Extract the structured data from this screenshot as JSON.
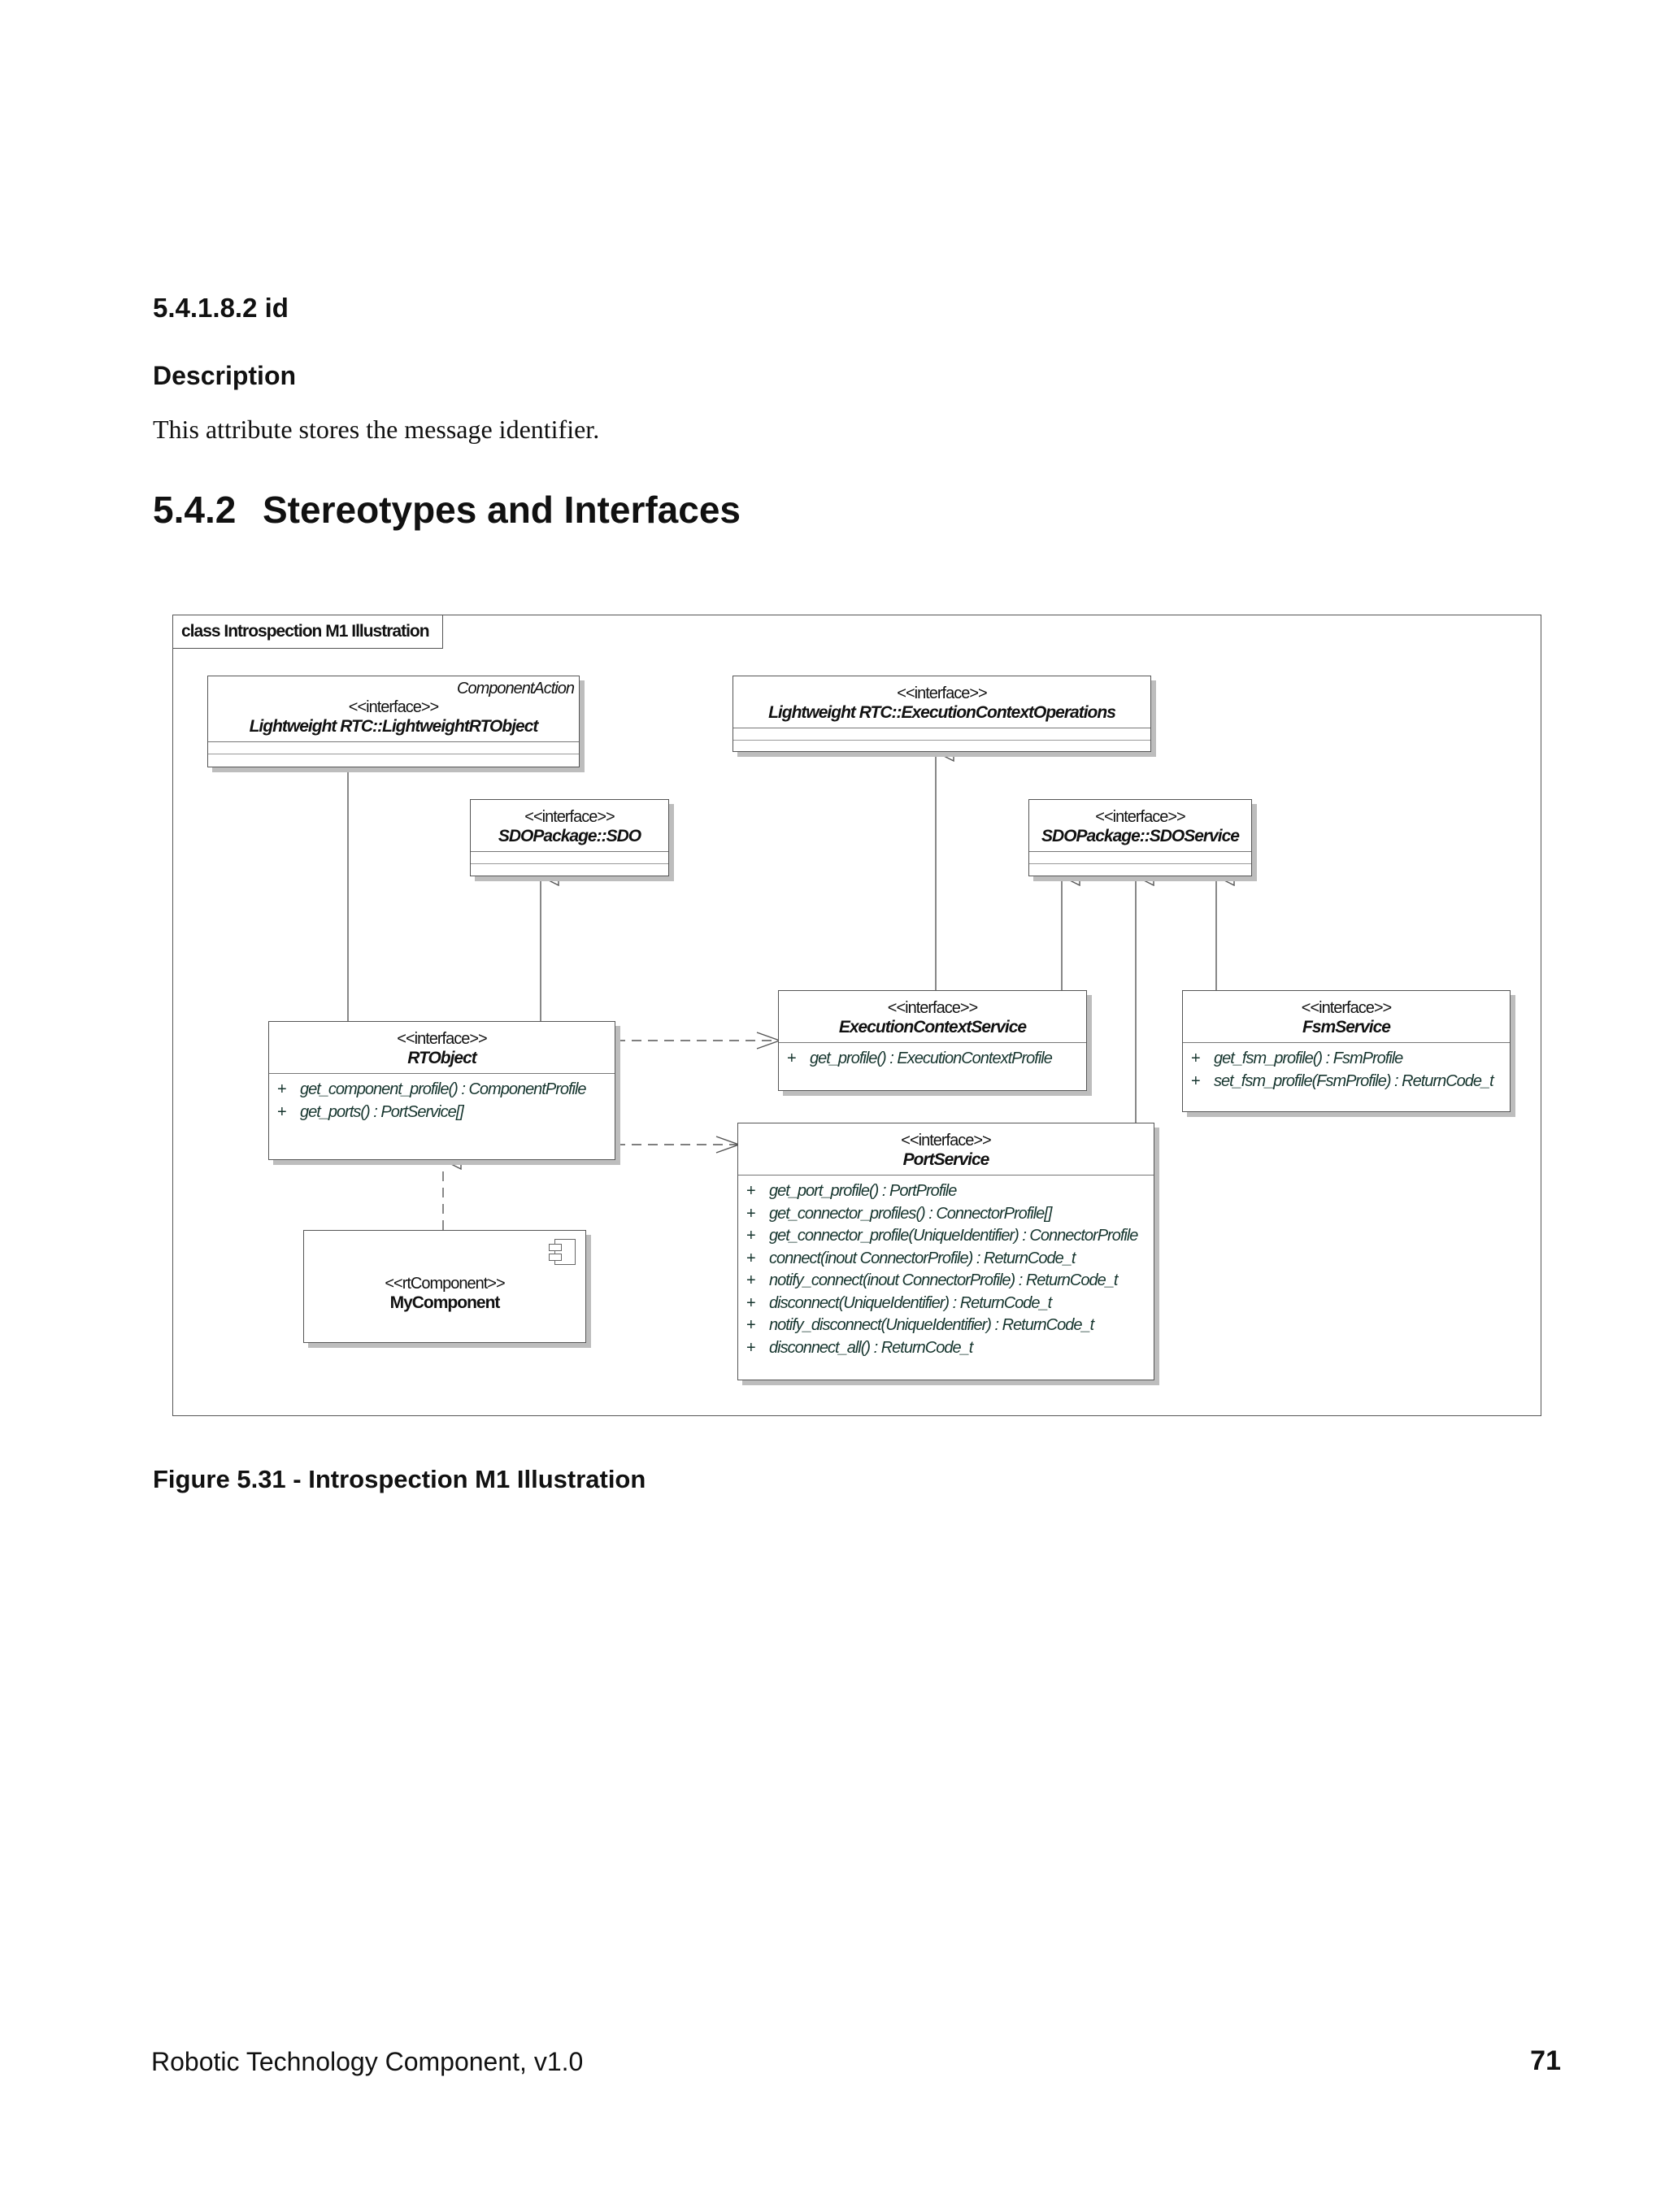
{
  "heading_sub": "5.4.1.8.2  id",
  "heading_description": "Description",
  "body_text": "This attribute stores the message identifier.",
  "section": {
    "number": "5.4.2",
    "title": "Stereotypes and Interfaces"
  },
  "diagram": {
    "frame_label": "class Introspection M1 Illustration",
    "classes": {
      "lwrtobject": {
        "tag": "ComponentAction",
        "stereotype": "<<interface>>",
        "name": "Lightweight RTC::LightweightRTObject"
      },
      "ecops": {
        "stereotype": "<<interface>>",
        "name": "Lightweight RTC::ExecutionContextOperations"
      },
      "sdo": {
        "stereotype": "<<interface>>",
        "name": "SDOPackage::SDO"
      },
      "sdoservice": {
        "stereotype": "<<interface>>",
        "name": "SDOPackage::SDOService"
      },
      "ecservice": {
        "stereotype": "<<interface>>",
        "name": "ExecutionContextService",
        "ops": [
          {
            "vis": "+",
            "sig": "get_profile() : ExecutionContextProfile"
          }
        ]
      },
      "fsmservice": {
        "stereotype": "<<interface>>",
        "name": "FsmService",
        "ops": [
          {
            "vis": "+",
            "sig": "get_fsm_profile() : FsmProfile"
          },
          {
            "vis": "+",
            "sig": "set_fsm_profile(FsmProfile) : ReturnCode_t"
          }
        ]
      },
      "rtobject": {
        "stereotype": "<<interface>>",
        "name": "RTObject",
        "ops": [
          {
            "vis": "+",
            "sig": "get_component_profile() : ComponentProfile"
          },
          {
            "vis": "+",
            "sig": "get_ports() : PortService[]"
          }
        ]
      },
      "portservice": {
        "stereotype": "<<interface>>",
        "name": "PortService",
        "ops": [
          {
            "vis": "+",
            "sig": "get_port_profile() : PortProfile"
          },
          {
            "vis": "+",
            "sig": "get_connector_profiles() : ConnectorProfile[]"
          },
          {
            "vis": "+",
            "sig": "get_connector_profile(UniqueIdentifier) : ConnectorProfile"
          },
          {
            "vis": "+",
            "sig": "connect(inout ConnectorProfile) : ReturnCode_t"
          },
          {
            "vis": "+",
            "sig": "notify_connect(inout ConnectorProfile) : ReturnCode_t"
          },
          {
            "vis": "+",
            "sig": "disconnect(UniqueIdentifier) : ReturnCode_t"
          },
          {
            "vis": "+",
            "sig": "notify_disconnect(UniqueIdentifier) : ReturnCode_t"
          },
          {
            "vis": "+",
            "sig": "disconnect_all() : ReturnCode_t"
          }
        ]
      },
      "mycomponent": {
        "stereotype": "<<rtComponent>>",
        "name": "MyComponent"
      }
    }
  },
  "figure_caption": "Figure 5.31 - Introspection M1 Illustration",
  "footer": {
    "left": "Robotic Technology Component, v1.0",
    "page": "71"
  }
}
